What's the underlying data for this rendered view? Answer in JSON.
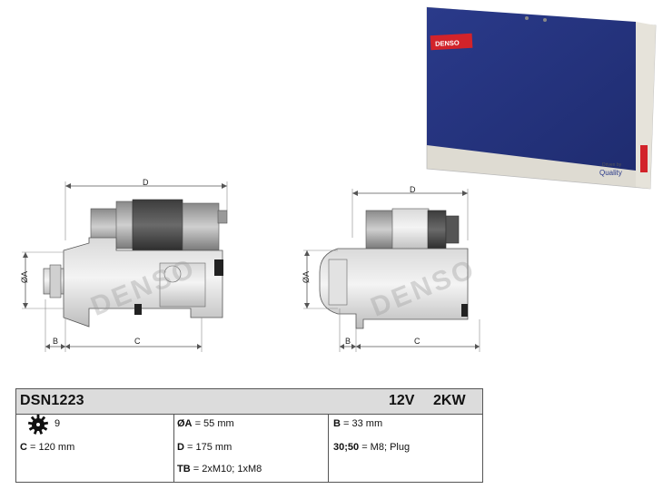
{
  "box": {
    "brand": "DENSO",
    "tagline_small": "Driven by",
    "tagline": "Quality"
  },
  "drawing": {
    "watermark": "DENSO",
    "left_view": {
      "dim_top": "D",
      "dim_left": "ØA",
      "dim_b": "B",
      "dim_c": "C"
    },
    "right_view": {
      "dim_top": "D",
      "dim_left": "ØA",
      "dim_b": "B",
      "dim_c": "C"
    }
  },
  "spec": {
    "code": "DSN1223",
    "voltage": "12V",
    "power": "2KW",
    "teeth": "9",
    "c_label": "C",
    "c_value": "= 120 mm",
    "a_label": "ØA",
    "a_value": "= 55 mm",
    "d_label": "D",
    "d_value": "= 175 mm",
    "tb_label": "TB",
    "tb_value": "= 2xM10; 1xM8",
    "b_label": "B",
    "b_value": "= 33 mm",
    "term_label": "30;50",
    "term_value": "= M8; Plug"
  }
}
